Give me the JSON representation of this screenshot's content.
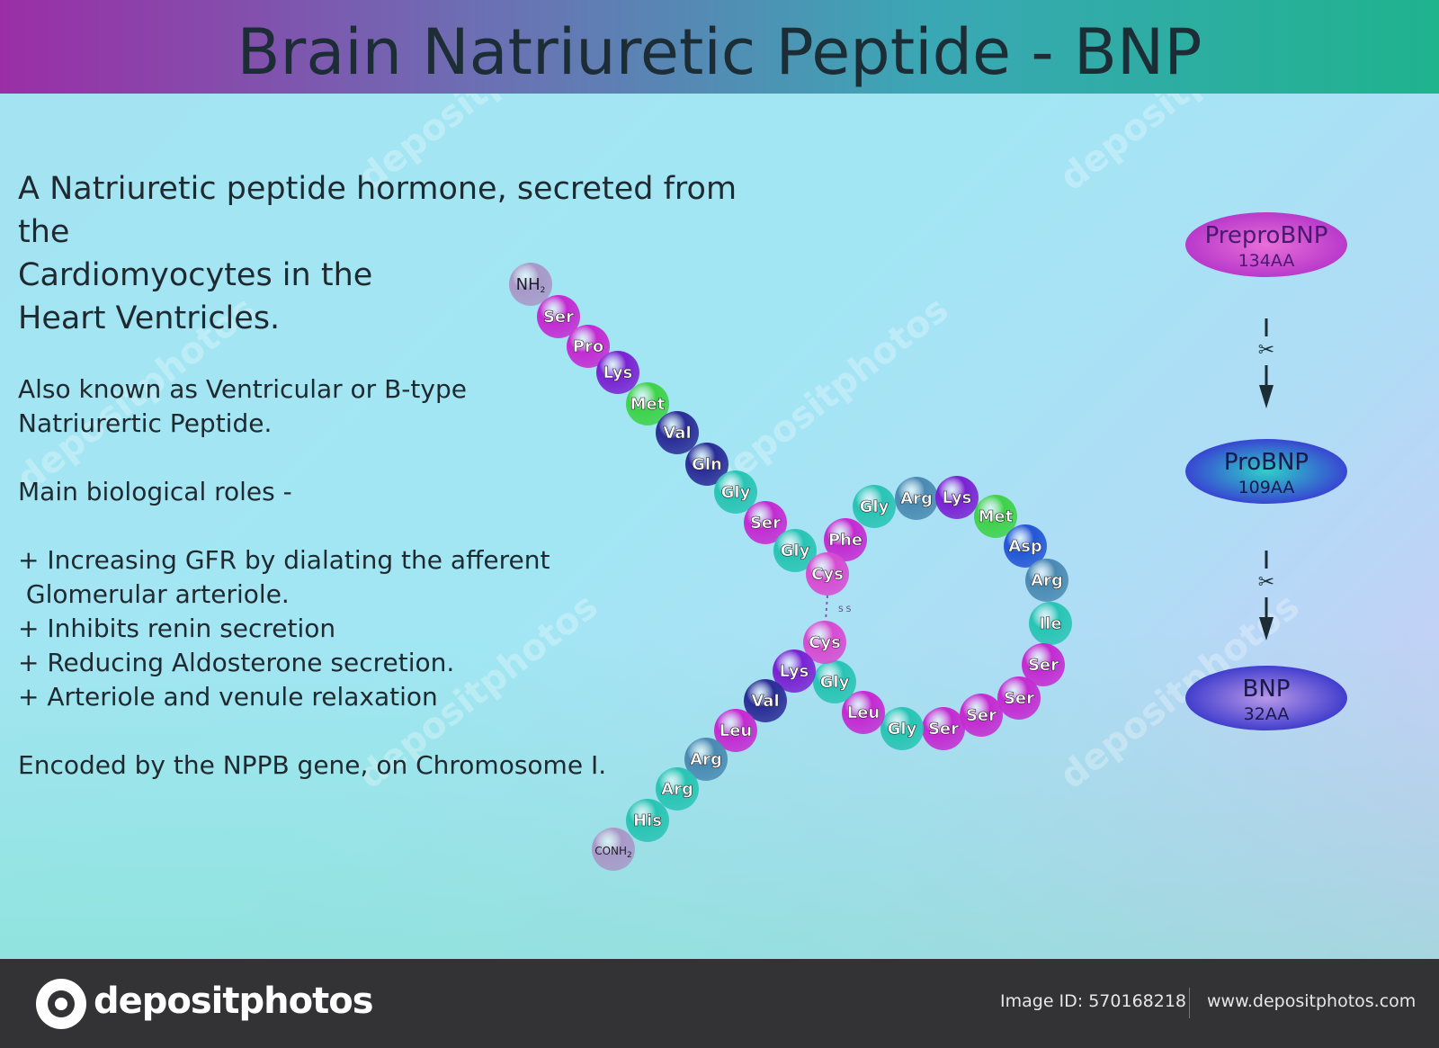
{
  "title": "Brain Natriuretic Peptide - BNP",
  "intro": {
    "line1": "A Natriuretic peptide hormone, secreted from",
    "line2": "the",
    "line3": "Cardiomyocytes in the",
    "line4": "Heart Ventricles."
  },
  "aka": {
    "line1": "Also known as Ventricular or B-type",
    "line2": "Natriurertic Peptide."
  },
  "roles": {
    "heading": "Main biological roles -",
    "items": [
      "+ Increasing GFR by dialating the afferent",
      " Glomerular arteriole.",
      "+ Inhibits renin secretion",
      "+ Reducing Aldosterone secretion.",
      "+ Arteriole and venule relaxation"
    ]
  },
  "encoded": "Encoded by the NPPB gene, on Chromosome I.",
  "peptide": {
    "n_terminus": "NH",
    "n_sub": "2",
    "c_terminus": "CONH",
    "c_sub": "2",
    "residues": [
      "Ser",
      "Pro",
      "Lys",
      "Met",
      "Val",
      "Gln",
      "Gly",
      "Ser",
      "Gly",
      "Phe",
      "Gly",
      "Arg",
      "Lys",
      "Met",
      "Asp",
      "Arg",
      "Ile",
      "Ser",
      "Ser",
      "Ser",
      "Ser",
      "Gly",
      "Leu",
      "Gly",
      "Cys",
      "Cys",
      "Lys",
      "Val",
      "Leu",
      "Arg",
      "Arg",
      "His"
    ],
    "disulfide": "S S"
  },
  "processing": {
    "stages": [
      {
        "name": "PreproBNP",
        "length": "134AA"
      },
      {
        "name": "ProBNP",
        "length": "109AA"
      },
      {
        "name": "BNP",
        "length": "32AA"
      }
    ]
  },
  "watermark": "depositphotos",
  "footer": {
    "brand": "depositphotos",
    "image_id": "Image ID: 570168218",
    "url": "www.depositphotos.com"
  },
  "colors": {
    "green": "#3ed24a",
    "teal": "#28c4b4",
    "magenta": "#c42ad2",
    "purple": "#7a22d2",
    "navy": "#2a2c96",
    "blue": "#2456d6",
    "steel": "#4a8ab2",
    "lilac": "#a898c8",
    "pink": "#d84ad2"
  }
}
